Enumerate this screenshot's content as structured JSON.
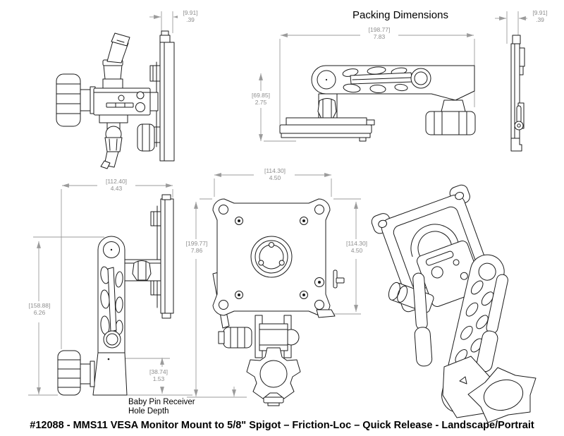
{
  "drawing": {
    "title": "Packing Dimensions",
    "caption": "#12088 - MMS11 VESA Monitor Mount to 5/8\" Spigot – Friction-Loc – Quick Release - Landscape/Portrait",
    "note": {
      "line1": "Baby Pin Receiver",
      "line2": "Hole Depth"
    }
  },
  "dims": {
    "plate_thickness_left": {
      "mm": "[9.91]",
      "inch": ".39"
    },
    "plate_thickness_right": {
      "mm": "[9.91]",
      "inch": ".39"
    },
    "packed_length": {
      "mm": "[198.77]",
      "inch": "7.83"
    },
    "packed_height": {
      "mm": "[69.85]",
      "inch": "2.75"
    },
    "folded_depth": {
      "mm": "[112.40]",
      "inch": "4.43"
    },
    "vesa_width": {
      "mm": "[114.30]",
      "inch": "4.50"
    },
    "overall_height": {
      "mm": "[199.77]",
      "inch": "7.86"
    },
    "vesa_height": {
      "mm": "[114.30]",
      "inch": "4.50"
    },
    "arm_height": {
      "mm": "[158.88]",
      "inch": "6.26"
    },
    "baby_pin_depth": {
      "mm": "[38.74]",
      "inch": "1.53"
    }
  },
  "colors": {
    "line": "#1b1b1b",
    "dimension": "#9b9b9b",
    "text": "#000000",
    "background": "#ffffff"
  }
}
